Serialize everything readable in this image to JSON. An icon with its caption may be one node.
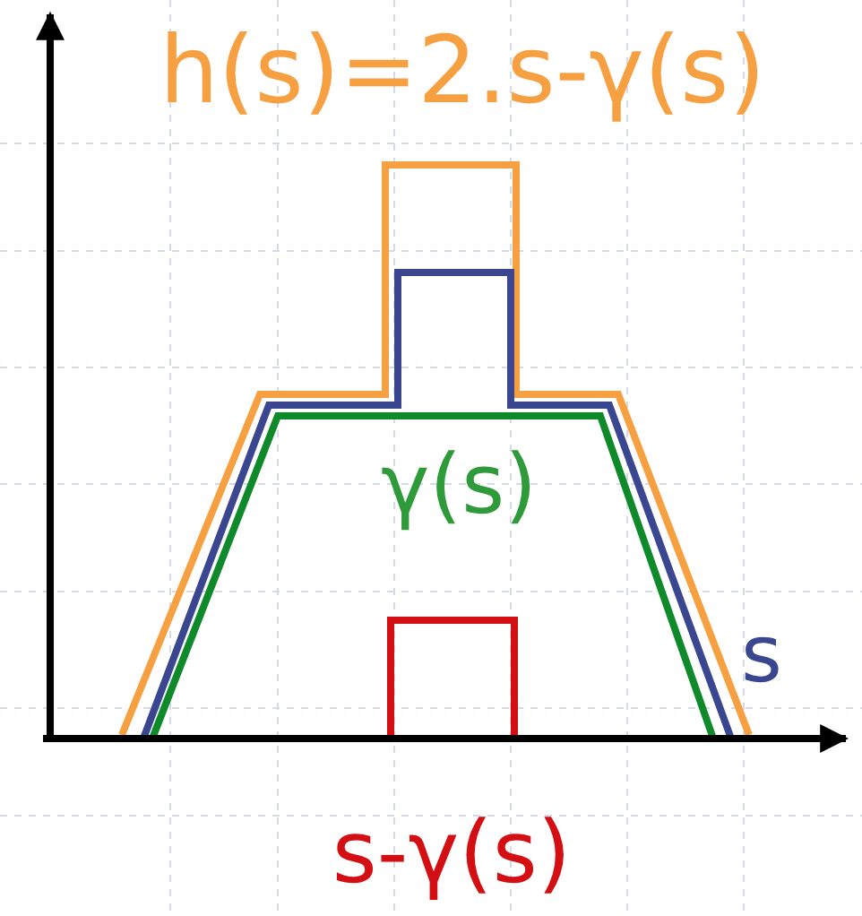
{
  "diagram": {
    "labels": [
      "h(s)=2.s-γ(s)",
      "γ(s)",
      "s",
      "s-γ(s)"
    ]
  }
}
